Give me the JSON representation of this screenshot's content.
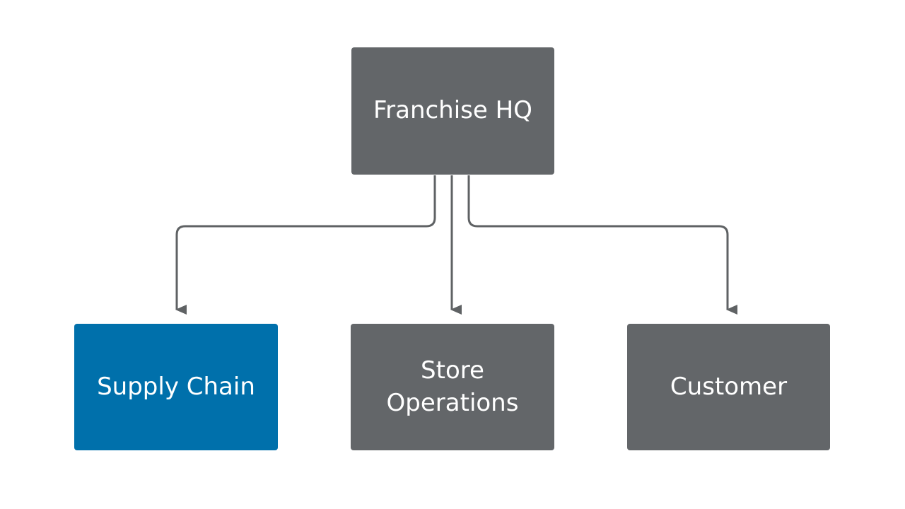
{
  "diagram": {
    "root": {
      "id": "hq",
      "label": "Franchise HQ",
      "color": "#636669"
    },
    "children": [
      {
        "id": "supply",
        "label": "Supply Chain",
        "color": "#0070ab"
      },
      {
        "id": "store",
        "label": "Store\nOperations",
        "color": "#636669"
      },
      {
        "id": "customer",
        "label": "Customer",
        "color": "#636669"
      }
    ],
    "edges": [
      {
        "from": "hq",
        "to": "supply"
      },
      {
        "from": "hq",
        "to": "store"
      },
      {
        "from": "hq",
        "to": "customer"
      }
    ],
    "connector_color": "#5f6264"
  }
}
